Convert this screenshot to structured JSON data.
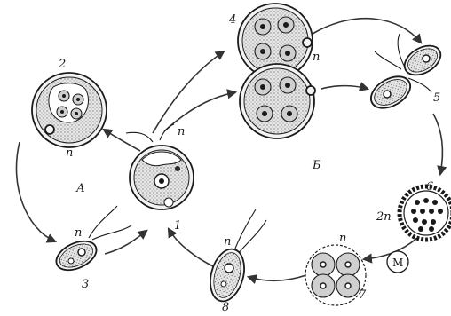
{
  "labels": {
    "stage_1": "1",
    "stage_2": "2",
    "stage_3": "3",
    "stage_4": "4",
    "stage_5": "5",
    "stage_6": "6",
    "stage_7": "7",
    "stage_8": "8",
    "n_top1": "п",
    "n_top4": "п",
    "n_stage2": "п",
    "n_stage3": "п",
    "n_stage7": "п",
    "n_stage8": "п",
    "cycle_A": "А",
    "cycle_B": "Б",
    "twoN": "2п",
    "meiosis": "M"
  }
}
